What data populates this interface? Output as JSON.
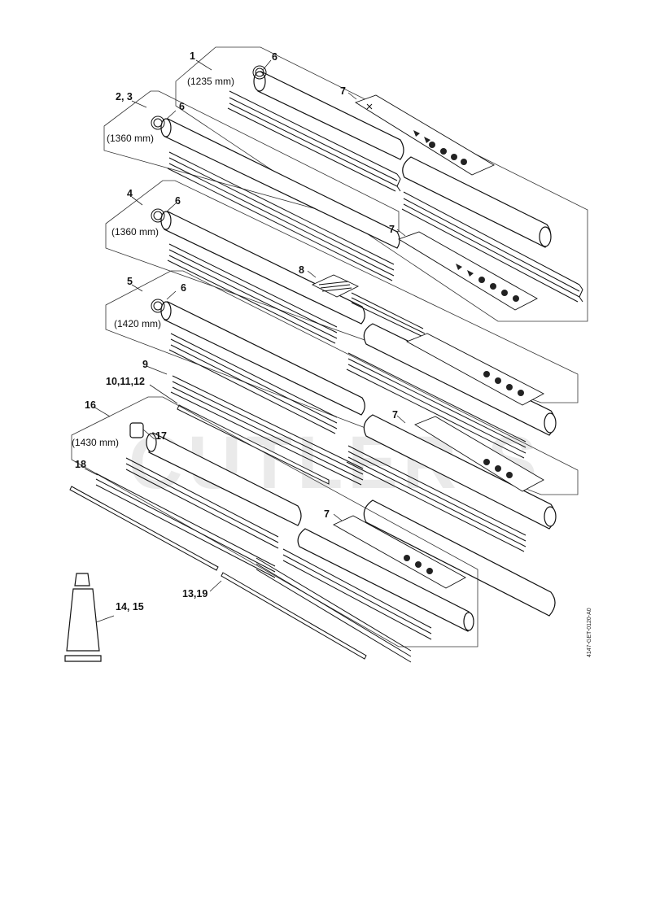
{
  "labels": {
    "n1": "1",
    "n6a": "6",
    "n7a": "7",
    "n23": "2, 3",
    "n6b": "6",
    "n4": "4",
    "n6c": "6",
    "n7b": "7",
    "n8": "8",
    "n5": "5",
    "n6d": "6",
    "n9": "9",
    "n101112": "10,11,12",
    "n16": "16",
    "n17": "17",
    "n7c": "7",
    "n18": "18",
    "n1415": "14, 15",
    "n1319": "13,19"
  },
  "dimensions": {
    "d1235": "(1235 mm)",
    "d1360a": "(1360 mm)",
    "d1360b": "(1360 mm)",
    "d1420": "(1420 mm)",
    "d1430": "(1430 mm)"
  },
  "watermark": "CUTLER S",
  "drawing_code": "4147-GET-0120-A0"
}
